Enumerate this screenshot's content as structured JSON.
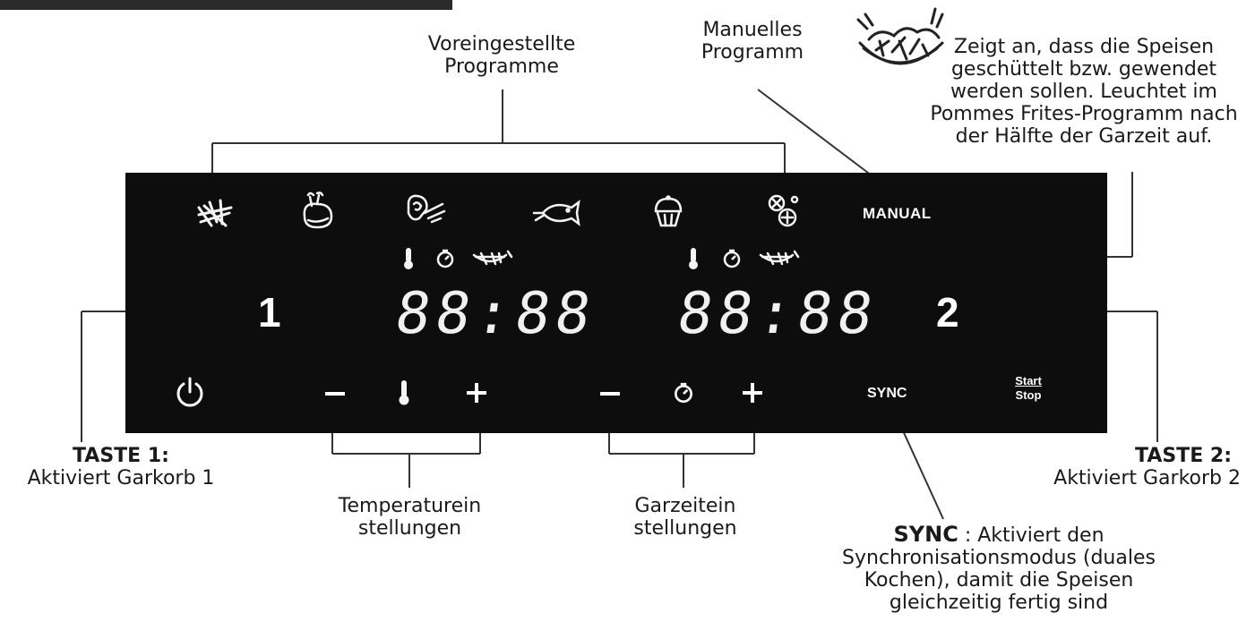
{
  "labels": {
    "preset": [
      "Voreingestellte",
      "Programme"
    ],
    "manual": [
      "Manuelles",
      "Programm"
    ],
    "shake": [
      "Zeigt an, dass die Speisen",
      "geschüttelt bzw. gewendet",
      "werden sollen. Leuchtet im",
      "Pommes Frites-Programm nach",
      "der Hälfte der Garzeit auf."
    ],
    "key1_title": "TASTE 1:",
    "key1_desc": "Aktiviert Garkorb 1",
    "key2_title": "TASTE 2:",
    "key2_desc": "Aktiviert Garkorb 2",
    "temp": [
      "Temperaturein",
      "stellungen"
    ],
    "time": [
      "Garzeitein",
      "stellungen"
    ],
    "sync_title": "SYNC",
    "sync_desc": [
      ": Aktiviert den",
      "Synchronisationsmodus (duales",
      "Kochen), damit die Speisen",
      "gleichzeitig fertig sind"
    ]
  },
  "panel": {
    "manual_button": "MANUAL",
    "zone1_number": "1",
    "zone2_number": "2",
    "display1": "88:88",
    "display2": "88:88",
    "sync_button": "SYNC",
    "start_label": "Start",
    "stop_label": "Stop",
    "minus": "−",
    "plus": "+"
  },
  "colors": {
    "panel": "#0d0d0d",
    "ink": "#1a1a1a",
    "panel_ink": "#f4f4f4"
  }
}
